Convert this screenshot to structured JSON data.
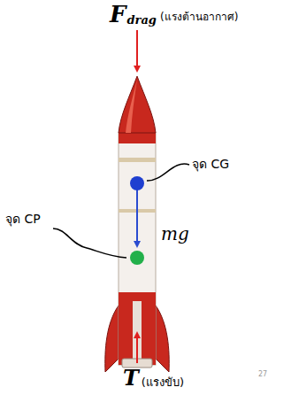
{
  "diagram": {
    "labels": [
      "F",
      "drag",
      "(แรงต้านอากาศ)",
      "จุด CG",
      "mg",
      "จุด CP",
      "T",
      "(แรงขับ)",
      "27"
    ]
  }
}
